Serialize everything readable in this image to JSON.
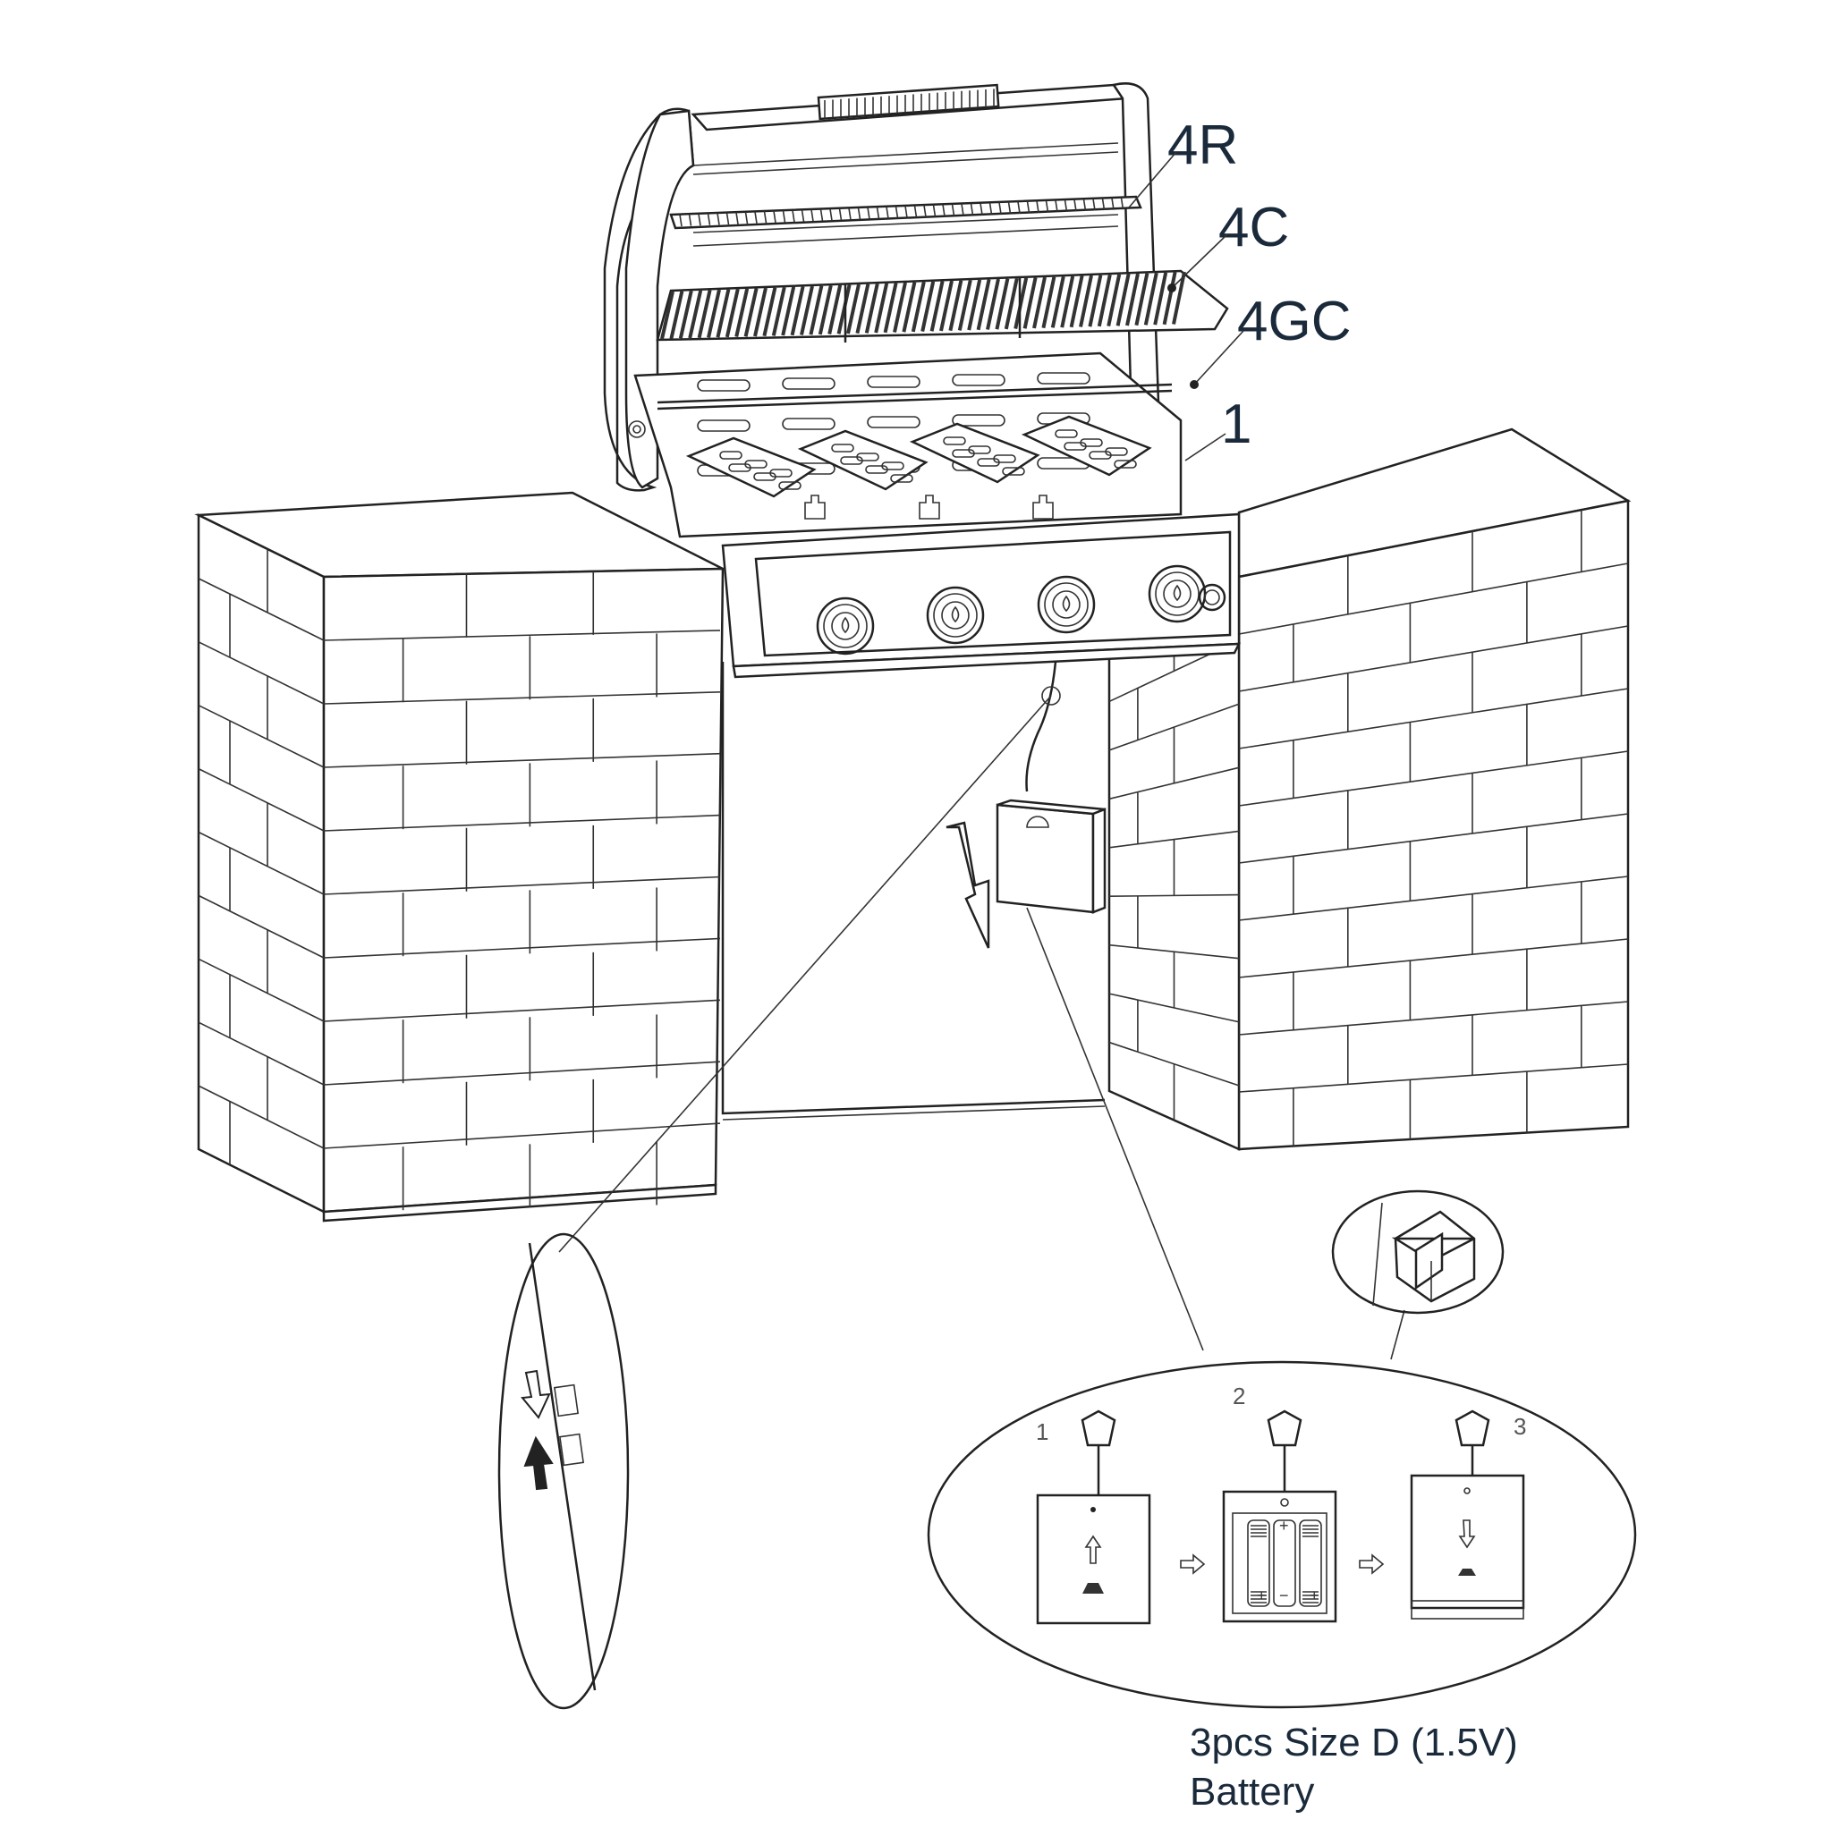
{
  "diagram": {
    "part_labels": {
      "warming_rack": "4R",
      "cooking_grids": "4C",
      "grid_crossbar": "4GC",
      "flame_tamers": "1"
    },
    "battery_steps": [
      "1",
      "2",
      "3"
    ],
    "battery_caption_line1": "3pcs Size D (1.5V)",
    "battery_caption_line2": "Battery",
    "colors": {
      "line": "#222222",
      "label": "#1a2a3a",
      "background": "#ffffff"
    },
    "icons": [
      "arrow-down-icon",
      "connector-arrow-up-icon",
      "connector-arrow-down-icon",
      "step-arrow-icon"
    ]
  }
}
